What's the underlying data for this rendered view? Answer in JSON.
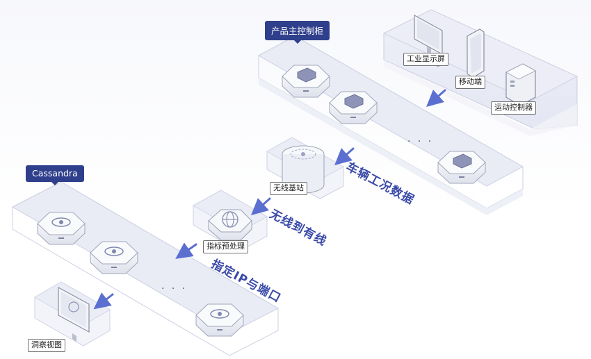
{
  "tags": {
    "controller_cabinet": "产品主控制柜",
    "cassandra": "Cassandra"
  },
  "devices": {
    "industrial_display": "工业显示屏",
    "mobile": "移动端",
    "motion_controller": "运动控制器",
    "wireless_base_station": "无线基站",
    "indicator_preprocess": "指标预处理",
    "observation_view": "洞察视图"
  },
  "flows": {
    "vehicle_data": "车辆工况数据",
    "wireless_to_wired": "无线到有线",
    "ip_port": "指定IP与端口"
  },
  "ellipsis": "· · ·",
  "icons": {
    "truck": "truck-icon",
    "eye": "eye-icon",
    "globe": "globe-icon",
    "signal": "signal-icon",
    "monitor": "monitor-icon",
    "phone": "phone-icon",
    "controller": "controller-icon",
    "face_scan": "face-scan-icon",
    "arrow": "arrow-icon"
  },
  "colors": {
    "accent": "#2f3f8c",
    "flow_text": "#3a4aa8",
    "arrow": "#5b6fd0"
  }
}
